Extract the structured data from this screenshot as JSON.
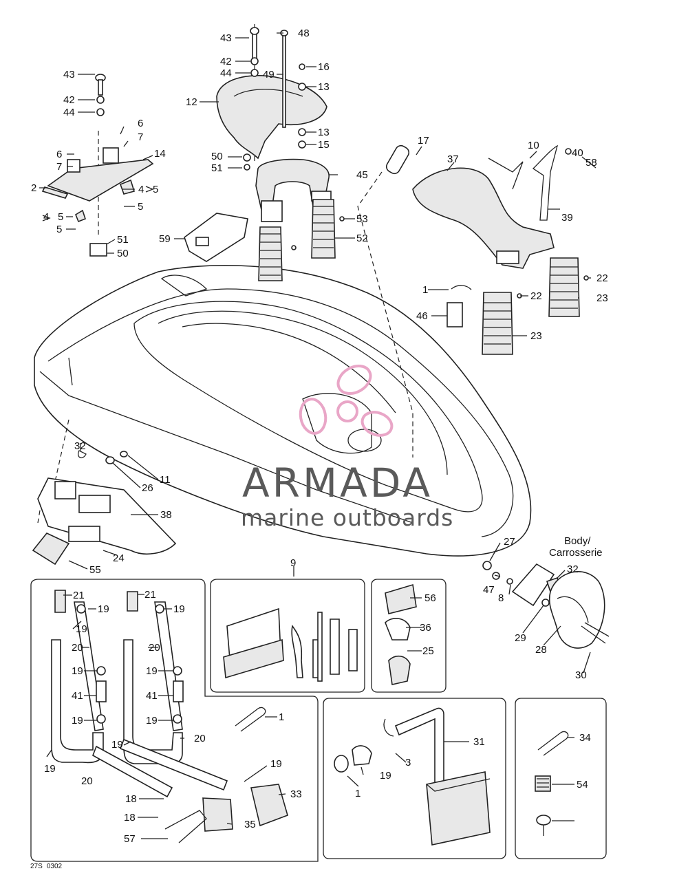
{
  "watermark": {
    "brand": "ARMADA",
    "tagline": "marine outboards",
    "accent_color": "#e9a6c7",
    "logo_icon": "propeller-icon"
  },
  "body_label": {
    "line1": "Body/",
    "line2": "Carrosserie"
  },
  "drawing_code": "27S0302",
  "colors": {
    "line": "#222222",
    "shade": "#e8e8e8",
    "text": "#111111"
  },
  "callouts": [
    "43",
    "48",
    "42",
    "44",
    "49",
    "16",
    "13",
    "12",
    "13",
    "15",
    "43",
    "42",
    "44",
    "6",
    "7",
    "6",
    "7",
    "14",
    "2",
    "4",
    "5",
    "4",
    "5",
    "5",
    "5",
    "51",
    "50",
    "17",
    "37",
    "10",
    "40",
    "58",
    "50",
    "51",
    "45",
    "53",
    "52",
    "39",
    "59",
    "22",
    "1",
    "23",
    "46",
    "22",
    "23",
    "32",
    "11",
    "26",
    "38",
    "24",
    "55",
    "9",
    "27",
    "32",
    "47",
    "8",
    "29",
    "28",
    "30",
    "21",
    "19",
    "21",
    "19",
    "19",
    "20",
    "20",
    "19",
    "19",
    "41",
    "41",
    "19",
    "19",
    "1",
    "20",
    "19",
    "20",
    "19",
    "19",
    "18",
    "33",
    "18",
    "35",
    "57",
    "56",
    "36",
    "25",
    "31",
    "19",
    "3",
    "1",
    "34",
    "54"
  ]
}
